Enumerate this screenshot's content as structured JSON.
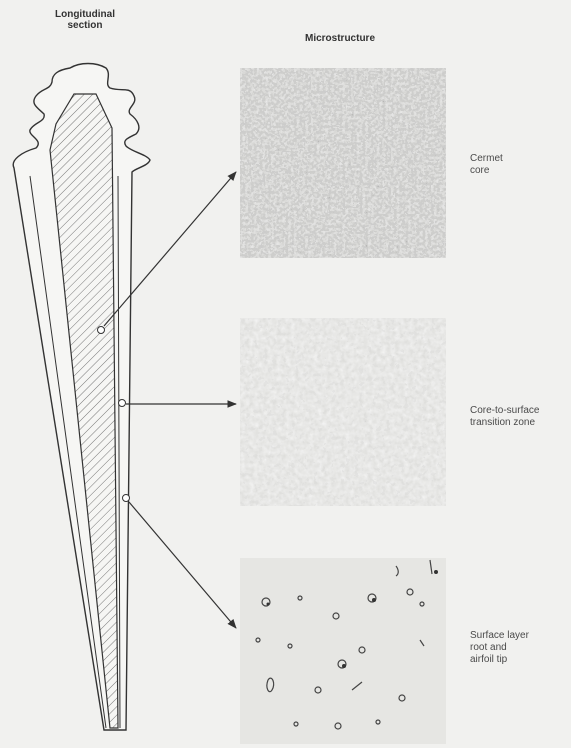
{
  "headings": {
    "left": "Longitudinal\nsection",
    "right": "Microstructure"
  },
  "panels": [
    {
      "label": "Cermet\ncore"
    },
    {
      "label": "Core-to-surface\ntransition zone"
    },
    {
      "label": "Surface layer\nroot and\nairfoil tip"
    }
  ]
}
